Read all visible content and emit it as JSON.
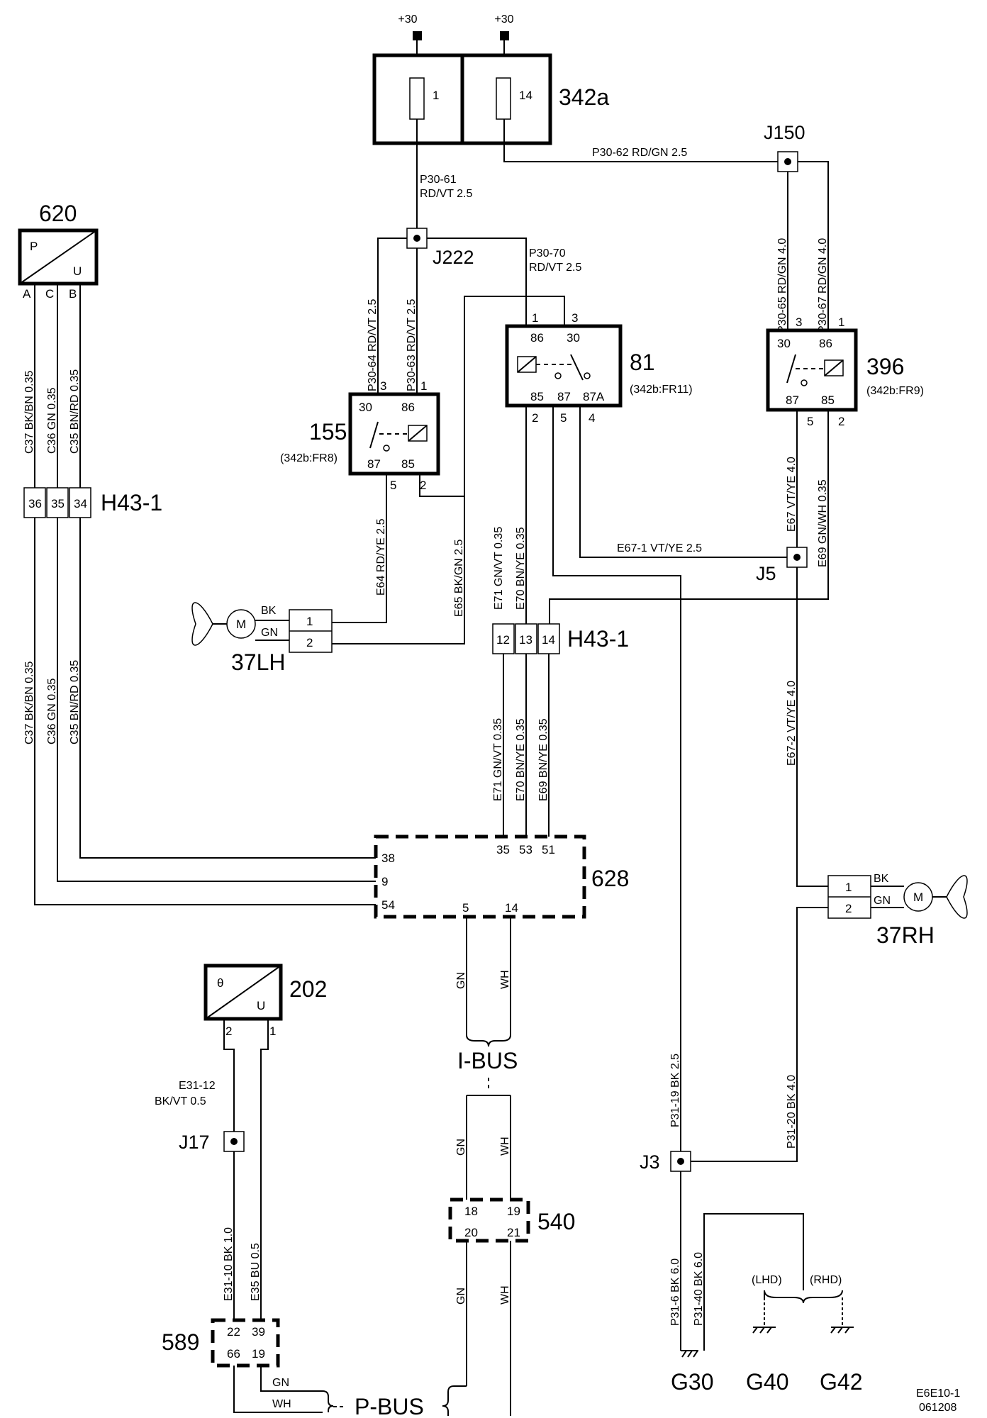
{
  "components": {
    "fuse_box": {
      "id": "342a",
      "fuse1": "1",
      "fuse14": "14",
      "supply1": "+30",
      "supply2": "+30"
    },
    "pressure_sensor": {
      "id": "620",
      "p": "P",
      "u": "U",
      "pin_a": "A",
      "pin_c": "C",
      "pin_b": "B"
    },
    "relay_155": {
      "id": "155",
      "ref": "(342b:FR8)",
      "p30": "30",
      "p86": "86",
      "p87": "87",
      "p85": "85",
      "pin3": "3",
      "pin1": "1",
      "pin5": "5",
      "pin2": "2"
    },
    "relay_81": {
      "id": "81",
      "ref": "(342b:FR11)",
      "p86": "86",
      "p30": "30",
      "p85": "85",
      "p87": "87",
      "p87a": "87A",
      "pin1": "1",
      "pin3": "3",
      "pin2": "2",
      "pin5": "5",
      "pin4": "4"
    },
    "relay_396": {
      "id": "396",
      "ref": "(342b:FR9)",
      "p30": "30",
      "p86": "86",
      "p87": "87",
      "p85": "85",
      "pin3": "3",
      "pin1": "1",
      "pin5": "5",
      "pin2": "2"
    },
    "connector_h43_left": {
      "id": "H43-1",
      "pins": [
        "36",
        "35",
        "34"
      ]
    },
    "connector_h43_mid": {
      "id": "H43-1",
      "pins": [
        "12",
        "13",
        "14"
      ]
    },
    "fan_lh": {
      "id": "37LH",
      "motor": "M",
      "pin1": "1",
      "pin2": "2",
      "w1": "BK",
      "w2": "GN"
    },
    "fan_rh": {
      "id": "37RH",
      "motor": "M",
      "pin1": "1",
      "pin2": "2",
      "w1": "BK",
      "w2": "GN"
    },
    "ecu_628": {
      "id": "628",
      "pins_left": [
        "38",
        "9",
        "54"
      ],
      "pins_top": [
        "35",
        "53",
        "51"
      ],
      "pins_bottom": [
        "5",
        "14"
      ]
    },
    "temp_sensor": {
      "id": "202",
      "theta": "θ",
      "u": "U",
      "pin2": "2",
      "pin1": "1"
    },
    "node_540": {
      "id": "540",
      "pins": [
        "18",
        "19",
        "20",
        "21"
      ]
    },
    "node_589": {
      "id": "589",
      "pins": [
        "22",
        "39",
        "66",
        "19"
      ]
    },
    "buses": {
      "ibus": "I-BUS",
      "pbus": "P-BUS"
    },
    "junctions": {
      "j222": "J222",
      "j150": "J150",
      "j5": "J5",
      "j17": "J17",
      "j3": "J3"
    },
    "grounds": {
      "g30": "G30",
      "g40": "G40",
      "g42": "G42",
      "lhd": "(LHD)",
      "rhd": "(RHD)"
    },
    "footer": {
      "code": "E6E10-1",
      "date": "061208"
    }
  },
  "wires": {
    "p30_61": "P30-61",
    "p30_61_spec": "RD/VT   2.5",
    "p30_62": "P30-62      RD/GN   2.5",
    "p30_70": "P30-70",
    "p30_70_spec": "RD/VT   2.5",
    "j150_left": "P30-65   RD/GN   4.0",
    "j150_right": "P30-67   RD/GN   4.0",
    "p30_64": "P30-64   RD/VT   2.5",
    "p30_63": "P30-63   RD/VT   2.5",
    "c37_top": "C37   BK/BN   0.35",
    "c36_top": "C36   GN   0.35",
    "c35_top": "C35   BN/RD   0.35",
    "c37_bot": "C37   BK/BN   0.35",
    "c36_bot": "C36   GN   0.35",
    "c35_bot": "C35   BN/RD   0.35",
    "e64": "E64   RD/YE   2.5",
    "e65": "E65   BK/GN   2.5",
    "e71_top": "E71   GN/VT   0.35",
    "e70_top": "E70   BN/YE   0.35",
    "e71_bot": "E71   GN/VT   0.35",
    "e70_bot": "E70   BN/YE   0.35",
    "e69_bot": "E69   BN/YE   0.35",
    "e67_1": "E67-1         VT/YE    2.5",
    "e67_top": "E67   VT/YE   4.0",
    "e69_top": "E69   GN/WH   0.35",
    "e67_2": "E67-2     VT/YE   4.0",
    "gn1": "GN",
    "wh1": "WH",
    "gn2": "GN",
    "wh2": "WH",
    "gn3": "GN",
    "wh3": "WH",
    "e31_12": "E31-12",
    "e31_12_spec": "BK/VT   0.5",
    "e31_10": "E31-10   BK   1.0",
    "e35": "E35   BU   0.5",
    "p31_19": "P31-19   BK   2.5",
    "p31_20": "P31-20   BK   4.0",
    "p31_6": "P31-6   BK   6.0",
    "p31_40": "P31-40   BK   6.0",
    "gn_pbus": "GN",
    "wh_pbus": "WH"
  }
}
